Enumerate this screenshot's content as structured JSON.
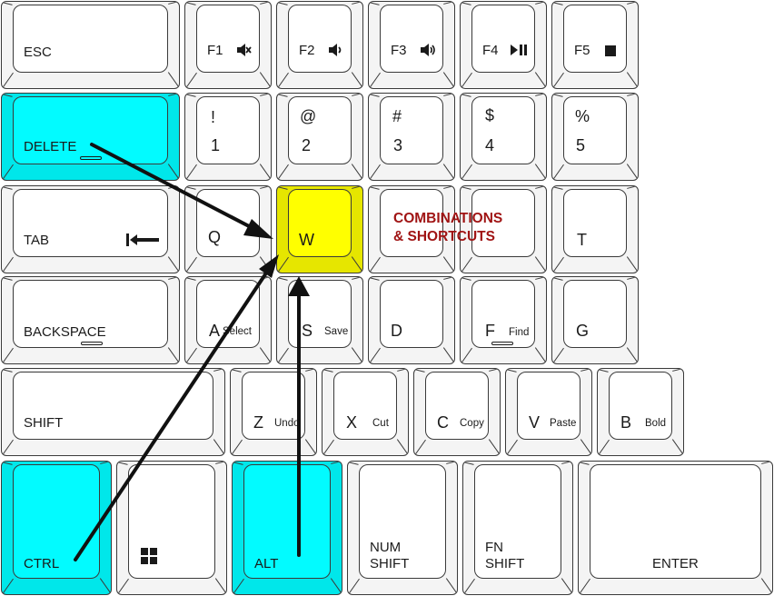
{
  "title": {
    "line1": "COMBINATIONS",
    "line2": "& SHORTCUTS"
  },
  "colors": {
    "highlight_modifier": "#00ffff",
    "highlight_target": "#ffff00",
    "title": "#a01414",
    "arrow": "#111111"
  },
  "keys": {
    "esc": {
      "label": "ESC"
    },
    "f1": {
      "label": "F1",
      "icon": "mute-icon"
    },
    "f2": {
      "label": "F2",
      "icon": "volume-down-icon"
    },
    "f3": {
      "label": "F3",
      "icon": "volume-up-icon"
    },
    "f4": {
      "label": "F4",
      "icon": "play-pause-icon"
    },
    "f5": {
      "label": "F5",
      "icon": "stop-icon"
    },
    "delete": {
      "label": "DELETE"
    },
    "d1": {
      "top": "!",
      "bottom": "1"
    },
    "d2": {
      "top": "@",
      "bottom": "2"
    },
    "d3": {
      "top": "#",
      "bottom": "3"
    },
    "d4": {
      "top": "$",
      "bottom": "4"
    },
    "d5": {
      "top": "%",
      "bottom": "5"
    },
    "tab": {
      "label": "TAB",
      "icon": "tab-arrow-icon"
    },
    "q": {
      "label": "Q"
    },
    "w": {
      "label": "W"
    },
    "t": {
      "label": "T"
    },
    "backspace": {
      "label": "BACKSPACE"
    },
    "a": {
      "label": "A",
      "action": "Select"
    },
    "s": {
      "label": "S",
      "action": "Save"
    },
    "d": {
      "label": "D"
    },
    "f": {
      "label": "F",
      "action": "Find"
    },
    "g": {
      "label": "G"
    },
    "shift": {
      "label": "SHIFT"
    },
    "z": {
      "label": "Z",
      "action": "Undo"
    },
    "x": {
      "label": "X",
      "action": "Cut"
    },
    "c": {
      "label": "C",
      "action": "Copy"
    },
    "v": {
      "label": "V",
      "action": "Paste"
    },
    "b": {
      "label": "B",
      "action": "Bold"
    },
    "ctrl": {
      "label": "CTRL"
    },
    "win": {
      "icon": "windows-logo-icon"
    },
    "alt": {
      "label": "ALT"
    },
    "numshift": {
      "line1": "NUM",
      "line2": "SHIFT"
    },
    "fnshift": {
      "line1": "FN",
      "line2": "SHIFT"
    },
    "enter": {
      "label": "ENTER"
    }
  }
}
